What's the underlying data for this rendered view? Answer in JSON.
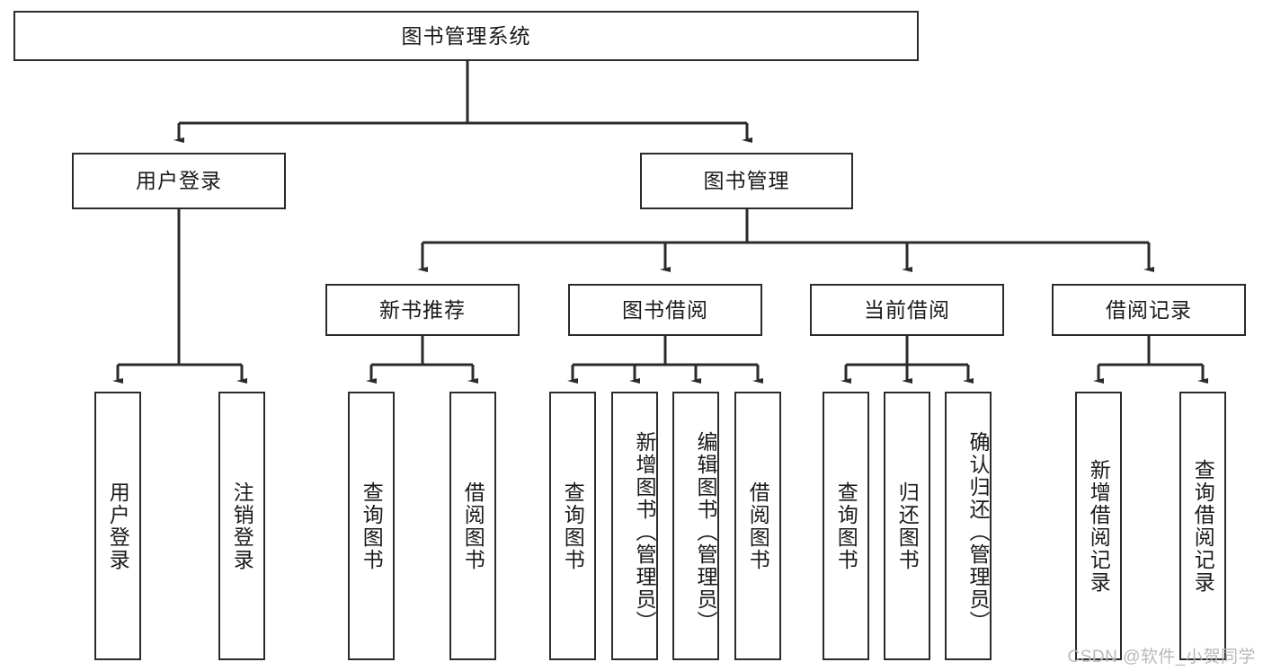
{
  "diagram": {
    "title": "图书管理系统",
    "type": "tree",
    "watermark": "CSDN @软件_小贺同学",
    "colors": {
      "stroke": "#2b2b2b",
      "fill": "#ffffff",
      "text": "#1a1a1a",
      "watermark": "#b9b9b9"
    },
    "levels": {
      "root": {
        "label": "图书管理系统"
      },
      "level2": [
        {
          "label": "用户登录"
        },
        {
          "label": "图书管理"
        }
      ],
      "level3": [
        {
          "label": "新书推荐"
        },
        {
          "label": "图书借阅"
        },
        {
          "label": "当前借阅"
        },
        {
          "label": "借阅记录"
        }
      ],
      "leaves": {
        "user_login": [
          {
            "label": "用户登录"
          },
          {
            "label": "注销登录"
          }
        ],
        "new_book_recommend": [
          {
            "label": "查询图书"
          },
          {
            "label": "借阅图书"
          }
        ],
        "book_borrow": [
          {
            "label": "查询图书"
          },
          {
            "label": "新增图书（管理员）"
          },
          {
            "label": "编辑图书（管理员）"
          },
          {
            "label": "借阅图书"
          }
        ],
        "current_borrow": [
          {
            "label": "查询图书"
          },
          {
            "label": "归还图书"
          },
          {
            "label": "确认归还（管理员）"
          }
        ],
        "borrow_record": [
          {
            "label": "新增借阅记录"
          },
          {
            "label": "查询借阅记录"
          }
        ]
      }
    }
  }
}
